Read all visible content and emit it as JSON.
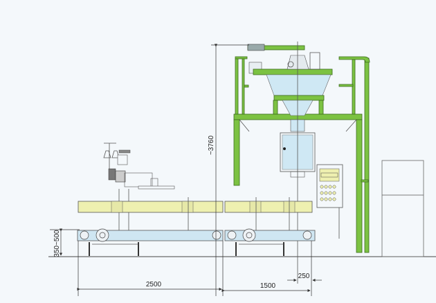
{
  "title": "Bagging machine with conveyor - side elevation",
  "dimensions": {
    "height": "~3760",
    "conveyor_height": "350~500",
    "conveyor_length_1": "2500",
    "conveyor_length_2": "1500",
    "offset": "250"
  },
  "colors": {
    "frame": "#7cc242",
    "hopper": "#cfe8f4",
    "belt": "#eef0b0",
    "conveyor": "#cfe6f2"
  }
}
